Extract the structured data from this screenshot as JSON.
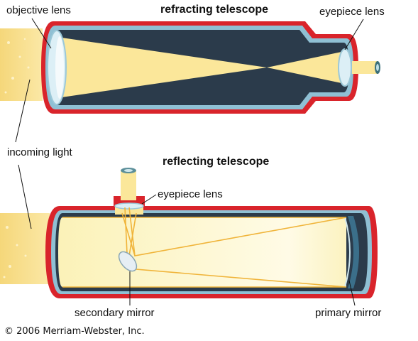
{
  "refracting": {
    "title": "refracting telescope",
    "objective_label": "objective lens",
    "eyepiece_label": "eyepiece lens"
  },
  "incoming_light_label": "incoming light",
  "reflecting": {
    "title": "reflecting telescope",
    "eyepiece_label": "eyepiece lens",
    "secondary_label": "secondary mirror",
    "primary_label": "primary mirror"
  },
  "credit": "© 2006 Merriam-Webster, Inc.",
  "colors": {
    "tube_red": "#d9242b",
    "tube_dark": "#2b3b4b",
    "light_yellow": "#fbe79a",
    "glass": "#dceff6"
  }
}
